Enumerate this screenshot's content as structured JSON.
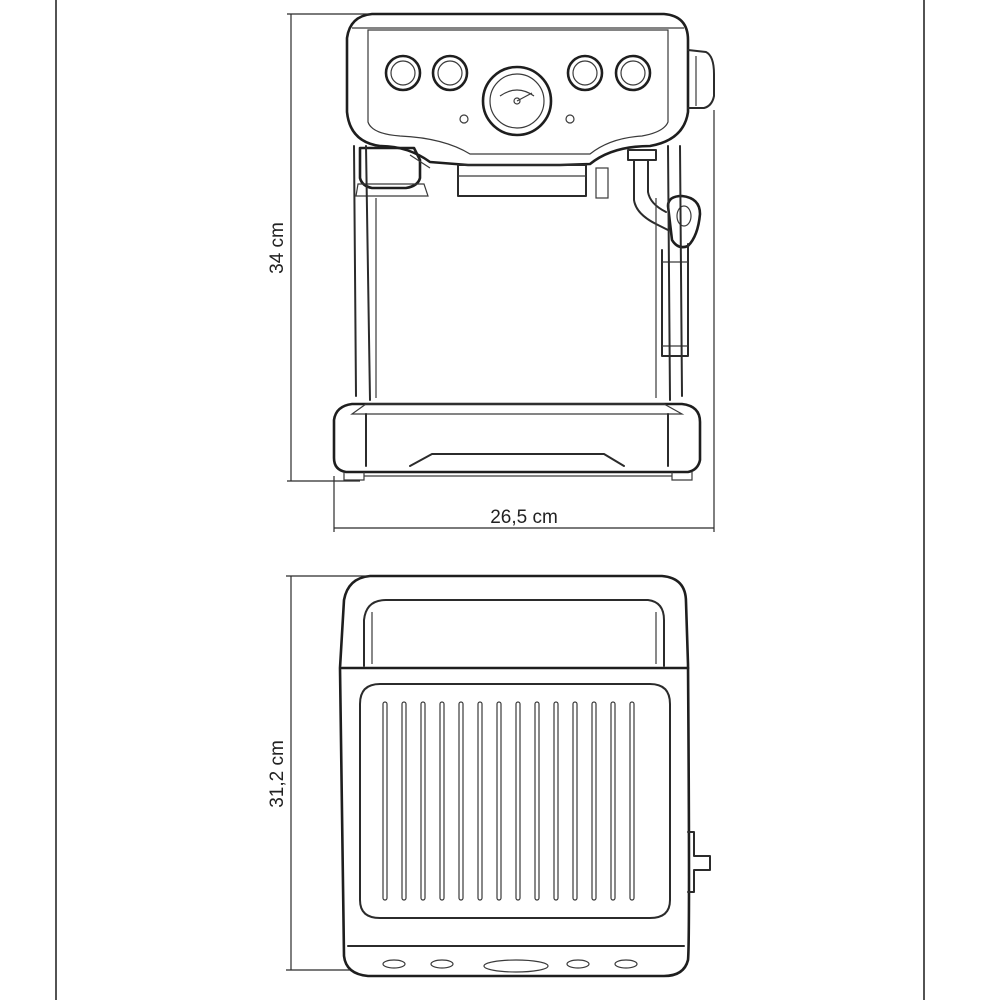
{
  "dimensions": {
    "height_front": "34 cm",
    "width_front": "26,5 cm",
    "depth_top": "31,2 cm"
  },
  "colors": {
    "line": "#2b2b2b",
    "background": "#ffffff"
  }
}
